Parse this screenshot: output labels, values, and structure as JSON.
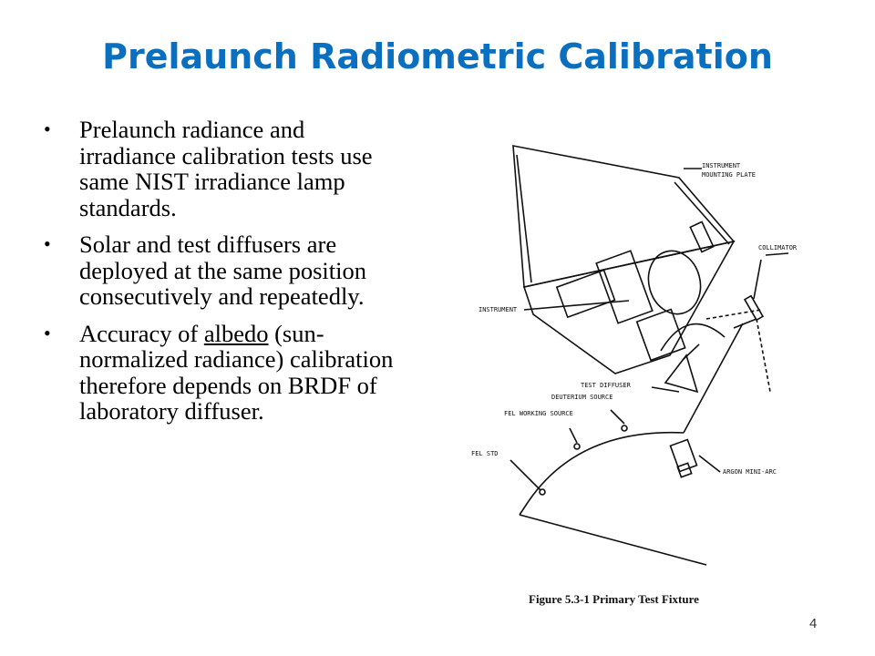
{
  "slide": {
    "title": "Prelaunch Radiometric Calibration",
    "bullets": [
      {
        "text": "Prelaunch radiance and irradiance calibration tests use same NIST irradiance lamp standards."
      },
      {
        "text": "Solar and test diffusers are deployed at the same position consecutively and repeatedly."
      },
      {
        "text_before": "Accuracy of ",
        "underlined": "albedo",
        "text_after": " (sun-normalized radiance) calibration therefore depends on BRDF of laboratory diffuser."
      }
    ],
    "bullet_glyph": "•",
    "page_number": "4"
  },
  "figure": {
    "caption": "Figure 5.3-1 Primary Test Fixture",
    "labels": {
      "mounting_plate_1": "INSTRUMENT",
      "mounting_plate_2": "MOUNTING PLATE",
      "collimator": "COLLIMATOR",
      "instrument": "INSTRUMENT",
      "test_diffuser": "TEST DIFFUSER",
      "deuterium": "DEUTERIUM SOURCE",
      "fel_working": "FEL WORKING SOURCE",
      "fel_std": "FEL STD",
      "argon": "ARGON MINI-ARC"
    }
  }
}
